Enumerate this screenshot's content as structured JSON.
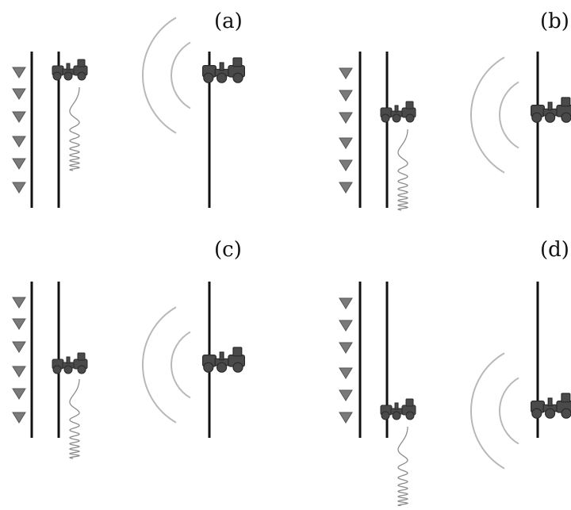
{
  "panels": [
    {
      "label": "(a)"
    },
    {
      "label": "(b)"
    },
    {
      "label": "(c)"
    },
    {
      "label": "(d)"
    }
  ],
  "colors": {
    "line": "#111111",
    "vehicle": "#4a4a4a",
    "vehicle_stroke": "#2a2a2a",
    "marker": "#7a7a7a",
    "wave": "#8c8c8c",
    "arc": "#b8b8b8"
  }
}
